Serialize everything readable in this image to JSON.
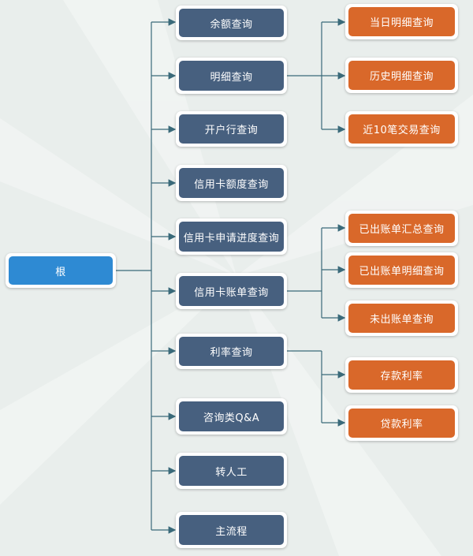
{
  "theme": {
    "root_color": "#2e8ad3",
    "mid_color": "#47607f",
    "leaf_color": "#d9682a",
    "line_color": "#3a6a7a"
  },
  "tree": {
    "root": "根",
    "items": [
      {
        "label": "余额查询"
      },
      {
        "label": "明细查询",
        "children": [
          "当日明细查询",
          "历史明细查询",
          "近10笔交易查询"
        ]
      },
      {
        "label": "开户行查询"
      },
      {
        "label": "信用卡额度查询"
      },
      {
        "label": "信用卡申请进度查询"
      },
      {
        "label": "信用卡账单查询",
        "children": [
          "已出账单汇总查询",
          "已出账单明细查询",
          "未出账单查询"
        ]
      },
      {
        "label": "利率查询",
        "children": [
          "存款利率",
          "贷款利率"
        ]
      },
      {
        "label": "咨询类Q&A"
      },
      {
        "label": "转人工"
      },
      {
        "label": "主流程"
      }
    ]
  }
}
